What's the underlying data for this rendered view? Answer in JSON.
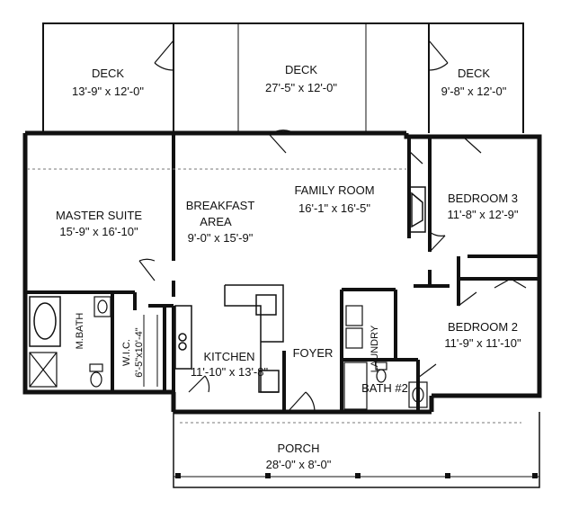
{
  "colors": {
    "wall": "#111111",
    "background": "#ffffff",
    "dashed": "#777777"
  },
  "rooms": {
    "deck_left": {
      "name": "DECK",
      "size": "13'-9\" x 12'-0\""
    },
    "deck_center": {
      "name": "DECK",
      "size": "27'-5\" x 12'-0\""
    },
    "deck_right": {
      "name": "DECK",
      "size": "9'-8\" x 12'-0\""
    },
    "master_suite": {
      "name": "MASTER SUITE",
      "size": "15'-9\" x 16'-10\""
    },
    "breakfast": {
      "name_line1": "BREAKFAST",
      "name_line2": "AREA",
      "size": "9'-0\" x 15'-9\""
    },
    "family_room": {
      "name": "FAMILY ROOM",
      "size": "16'-1\" x 16'-5\""
    },
    "bedroom3": {
      "name": "BEDROOM 3",
      "size": "11'-8\" x 12'-9\""
    },
    "mbath": {
      "name": "M.BATH"
    },
    "wic": {
      "name": "W.I.C.",
      "size": "6'-5\"x10'-4\""
    },
    "kitchen": {
      "name": "KITCHEN",
      "size": "11'-10\" x 13'-8\""
    },
    "foyer": {
      "name": "FOYER"
    },
    "laundry": {
      "name": "LAUNDRY"
    },
    "bedroom2": {
      "name": "BEDROOM 2",
      "size": "11'-9\" x 11'-10\""
    },
    "bath2": {
      "name": "BATH #2"
    },
    "porch": {
      "name": "PORCH",
      "size": "28'-0\" x 8'-0\""
    }
  }
}
